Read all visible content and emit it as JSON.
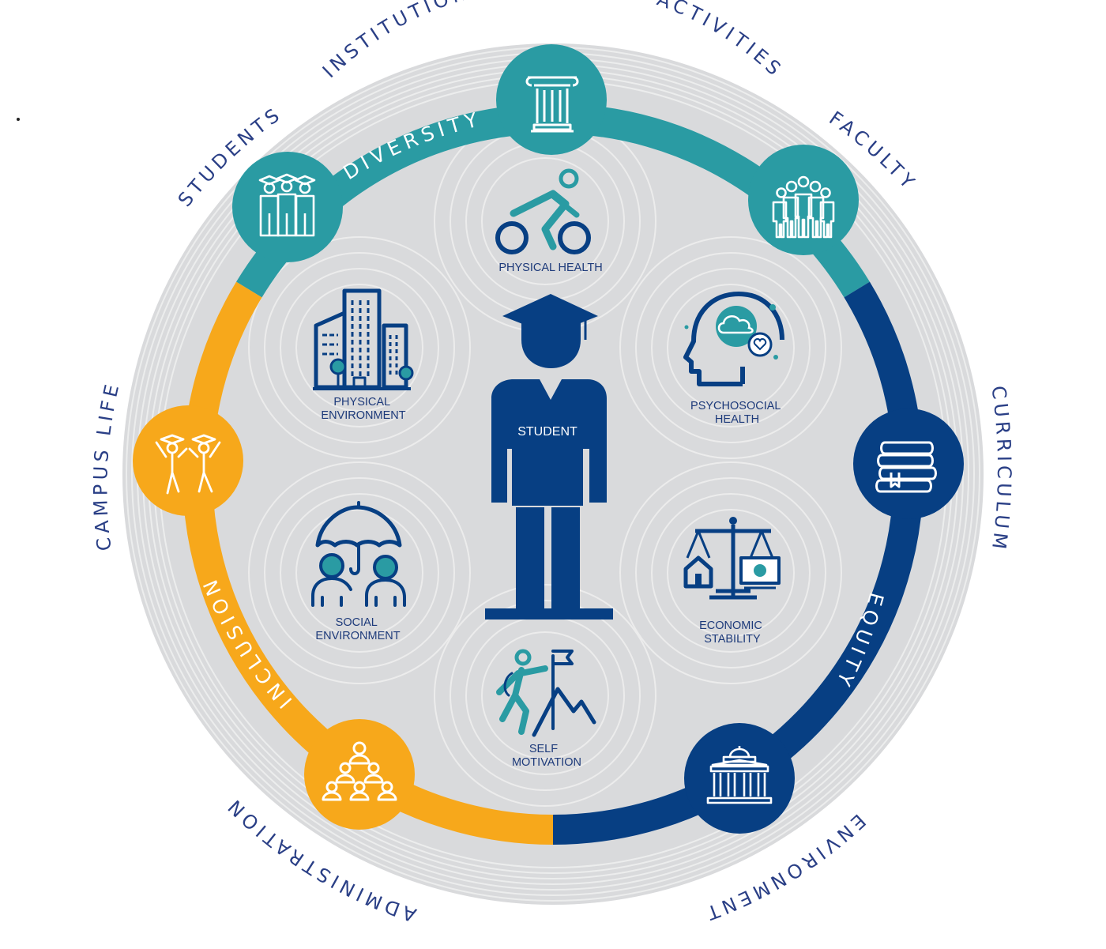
{
  "outer_labels": {
    "institutions_culture": "INSTITUTION'S CULTURE & ACTIVITIES",
    "faculty": "FACULTY",
    "curriculum": "CURRICULUM",
    "environment": "ENVIRONMENT",
    "administration": "ADMINISTRATION",
    "campus_life": "CAMPUS LIFE",
    "students": "STUDENTS"
  },
  "ring_labels": {
    "diversity": "DIVERSITY",
    "equity": "EQUITY",
    "inclusion": "INCLUSION"
  },
  "center": {
    "student": "STUDENT"
  },
  "dimensions": {
    "physical_health": [
      "PHYSICAL HEALTH"
    ],
    "psychosocial_health": [
      "PSYCHOSOCIAL",
      "HEALTH"
    ],
    "economic_stability": [
      "ECONOMIC",
      "STABILITY"
    ],
    "self_motivation": [
      "SELF",
      "MOTIVATION"
    ],
    "social_environment": [
      "SOCIAL",
      "ENVIRONMENT"
    ],
    "physical_environment": [
      "PHYSICAL",
      "ENVIRONMENT"
    ]
  },
  "colors": {
    "teal": "#2a9ba3",
    "navy": "#073f83",
    "gold": "#f7a81b",
    "grey_disc": "#d9dadc",
    "icon_blue": "#1f3b87",
    "label_blue": "#2a3f86"
  },
  "icons": {
    "culture": "column-icon",
    "faculty": "faculty-group-icon",
    "curriculum": "books-icon",
    "environment": "campus-building-icon",
    "administration": "org-chart-icon",
    "campus_life": "celebrating-graduates-icon",
    "students": "graduates-icon"
  }
}
